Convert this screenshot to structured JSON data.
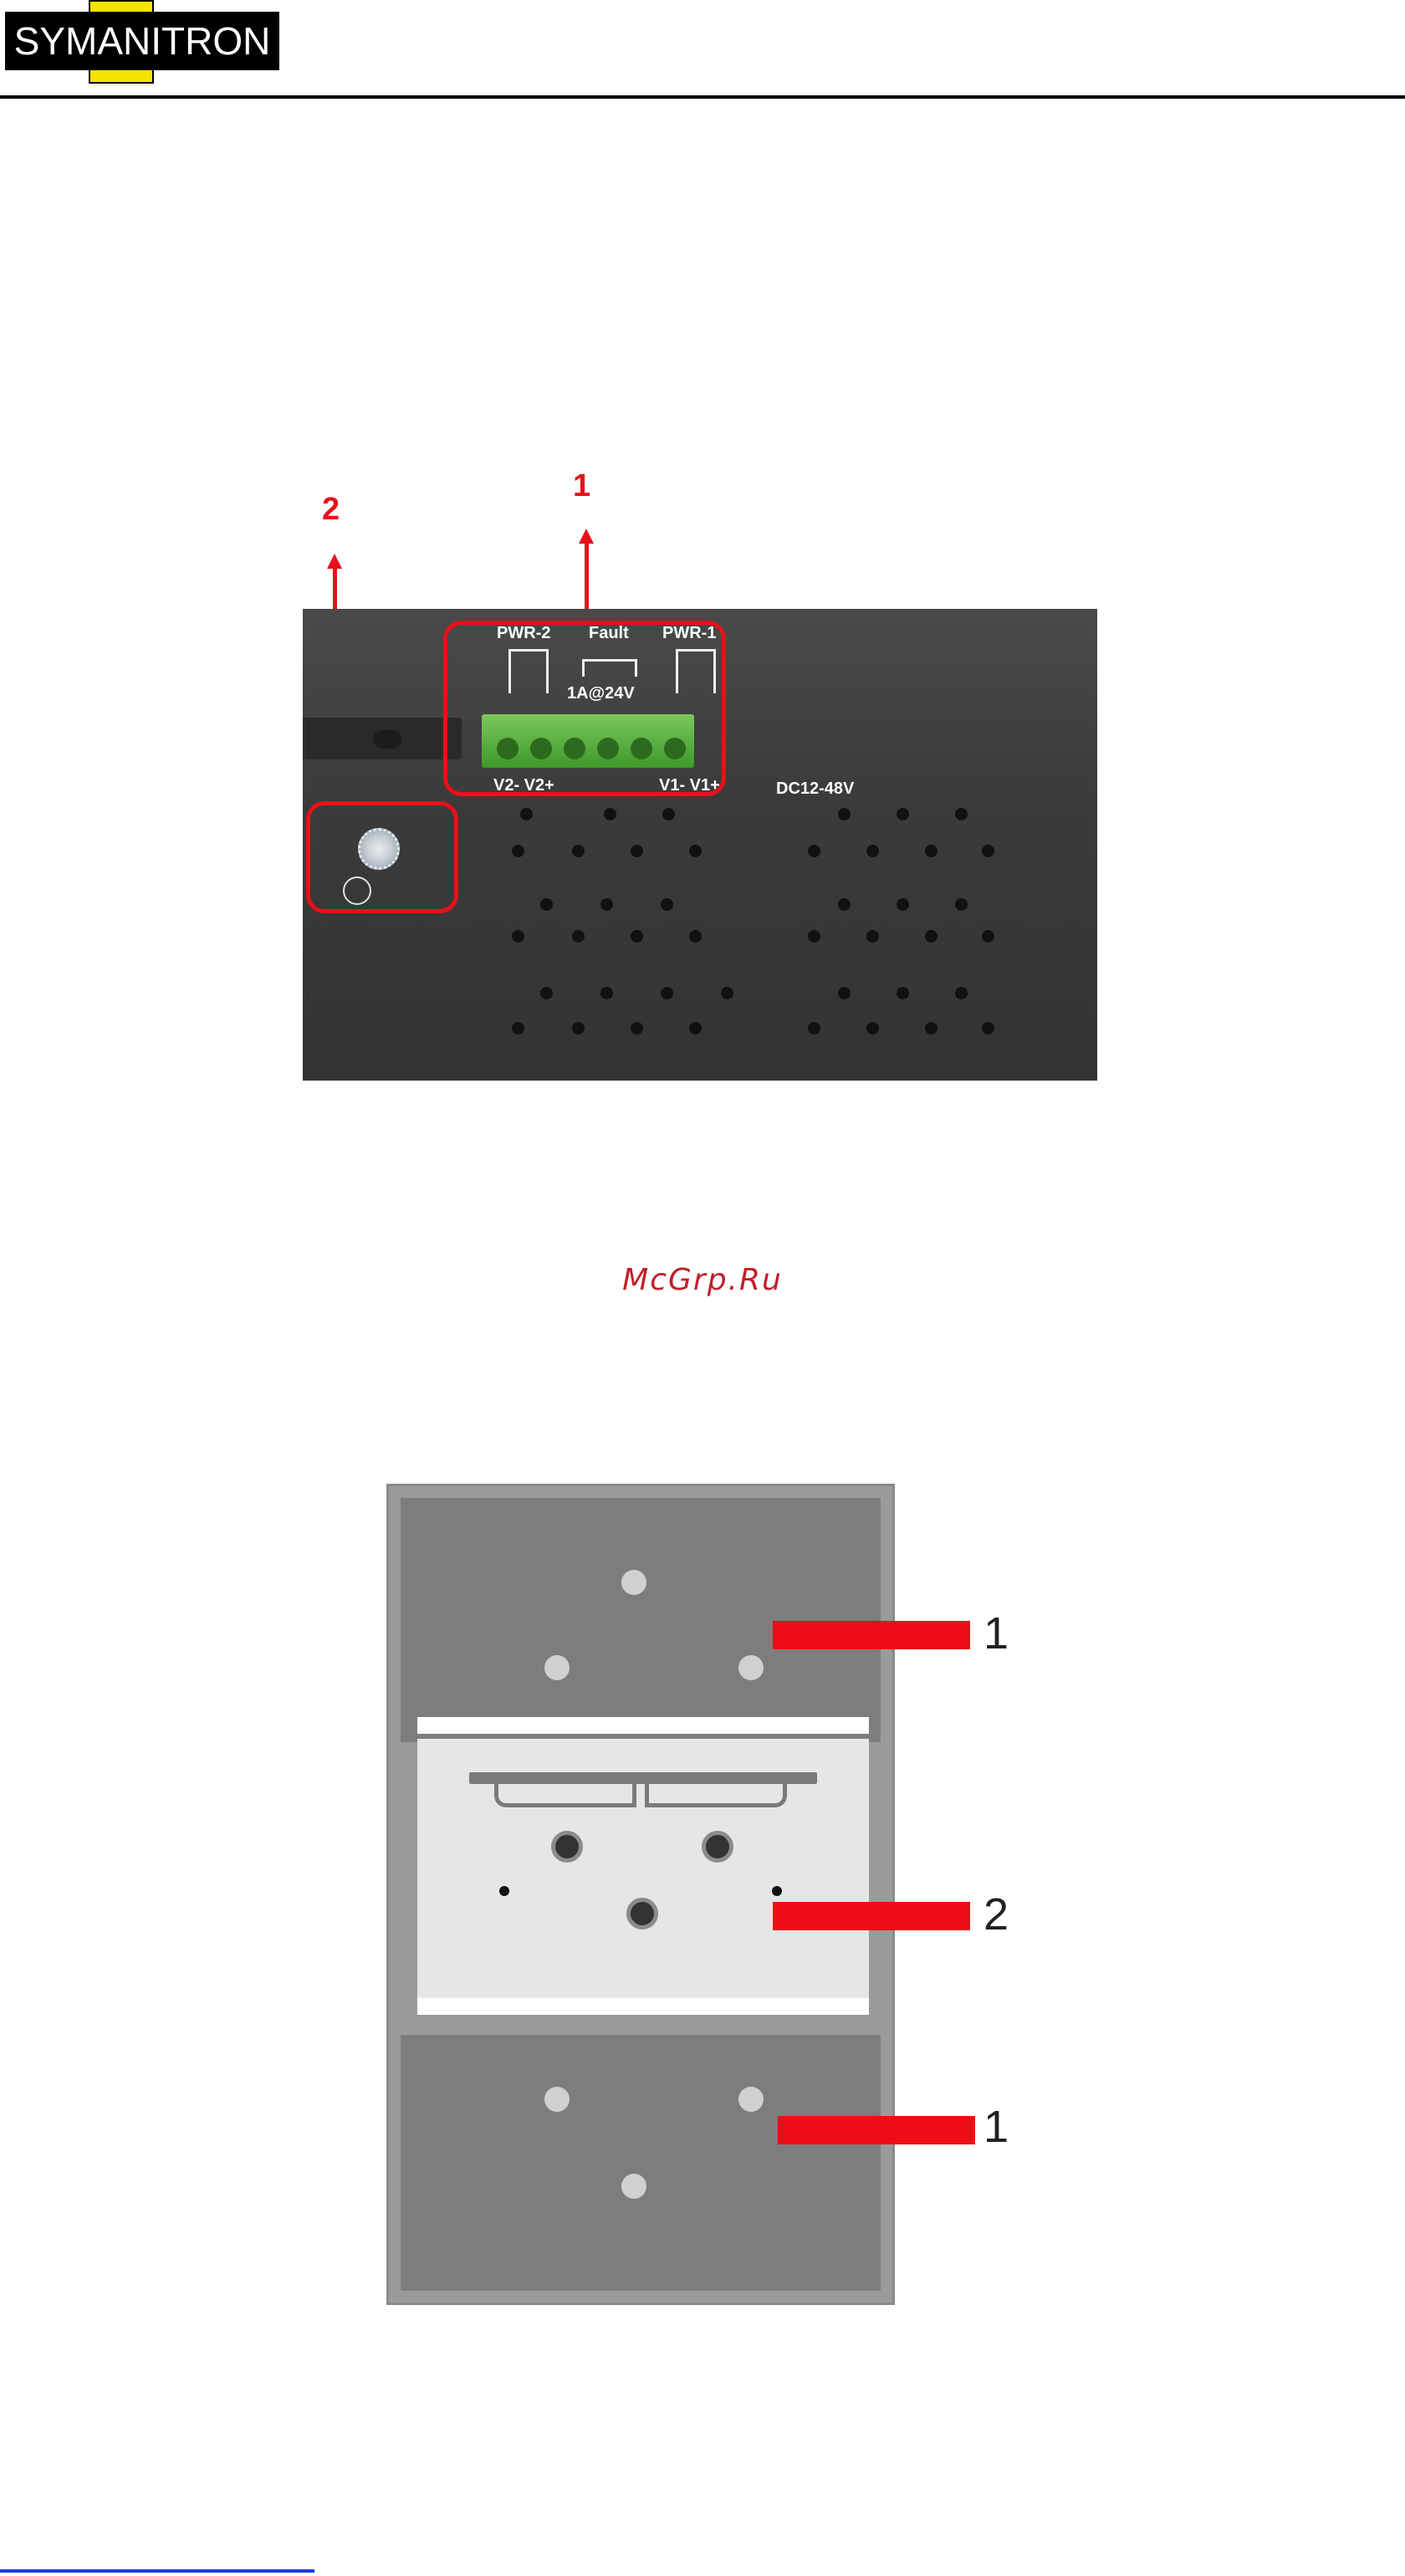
{
  "header": {
    "logo_text": "SYMANITRON"
  },
  "figure1": {
    "labels": {
      "pwr2": "PWR-2",
      "fault": "Fault",
      "pwr1": "PWR-1",
      "relay_rating": "1A@24V",
      "v2": "V2- V2+",
      "v1": "V1- V1+",
      "dc_range": "DC12-48V"
    },
    "callouts": [
      "1",
      "2"
    ]
  },
  "watermark": "McGrp.Ru",
  "figure2": {
    "callouts": [
      "1",
      "2",
      "1"
    ]
  },
  "colors": {
    "callout_red": "#e8101a",
    "terminal_green": "#4aa832",
    "logo_yellow": "#f5e400",
    "footer_blue": "#1b3bd9"
  }
}
